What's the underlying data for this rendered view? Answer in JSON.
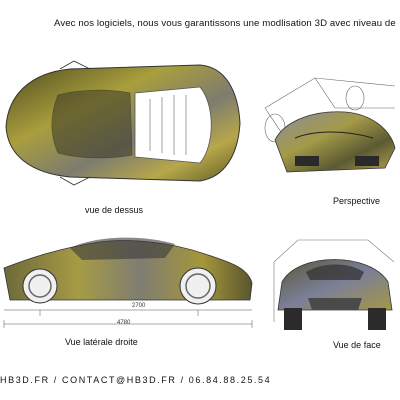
{
  "headline": "Avec nos logiciels, nous vous garantissons  une modlisation 3D avec niveau de",
  "captions": {
    "top": "vue de dessus",
    "perspective": "Perspective",
    "side": "Vue latérale droite",
    "front": "Vue de face"
  },
  "dimensions": {
    "wheelbase": "2700",
    "length": "4780"
  },
  "footer": "HB3D.FR / CONTACT@HB3D.FR / 06.84.88.25.54",
  "colors": {
    "paint_gold": "#a79a3a",
    "paint_dark": "#4a4a1e",
    "paint_blue": "#6a6f8c",
    "line": "#444444"
  }
}
